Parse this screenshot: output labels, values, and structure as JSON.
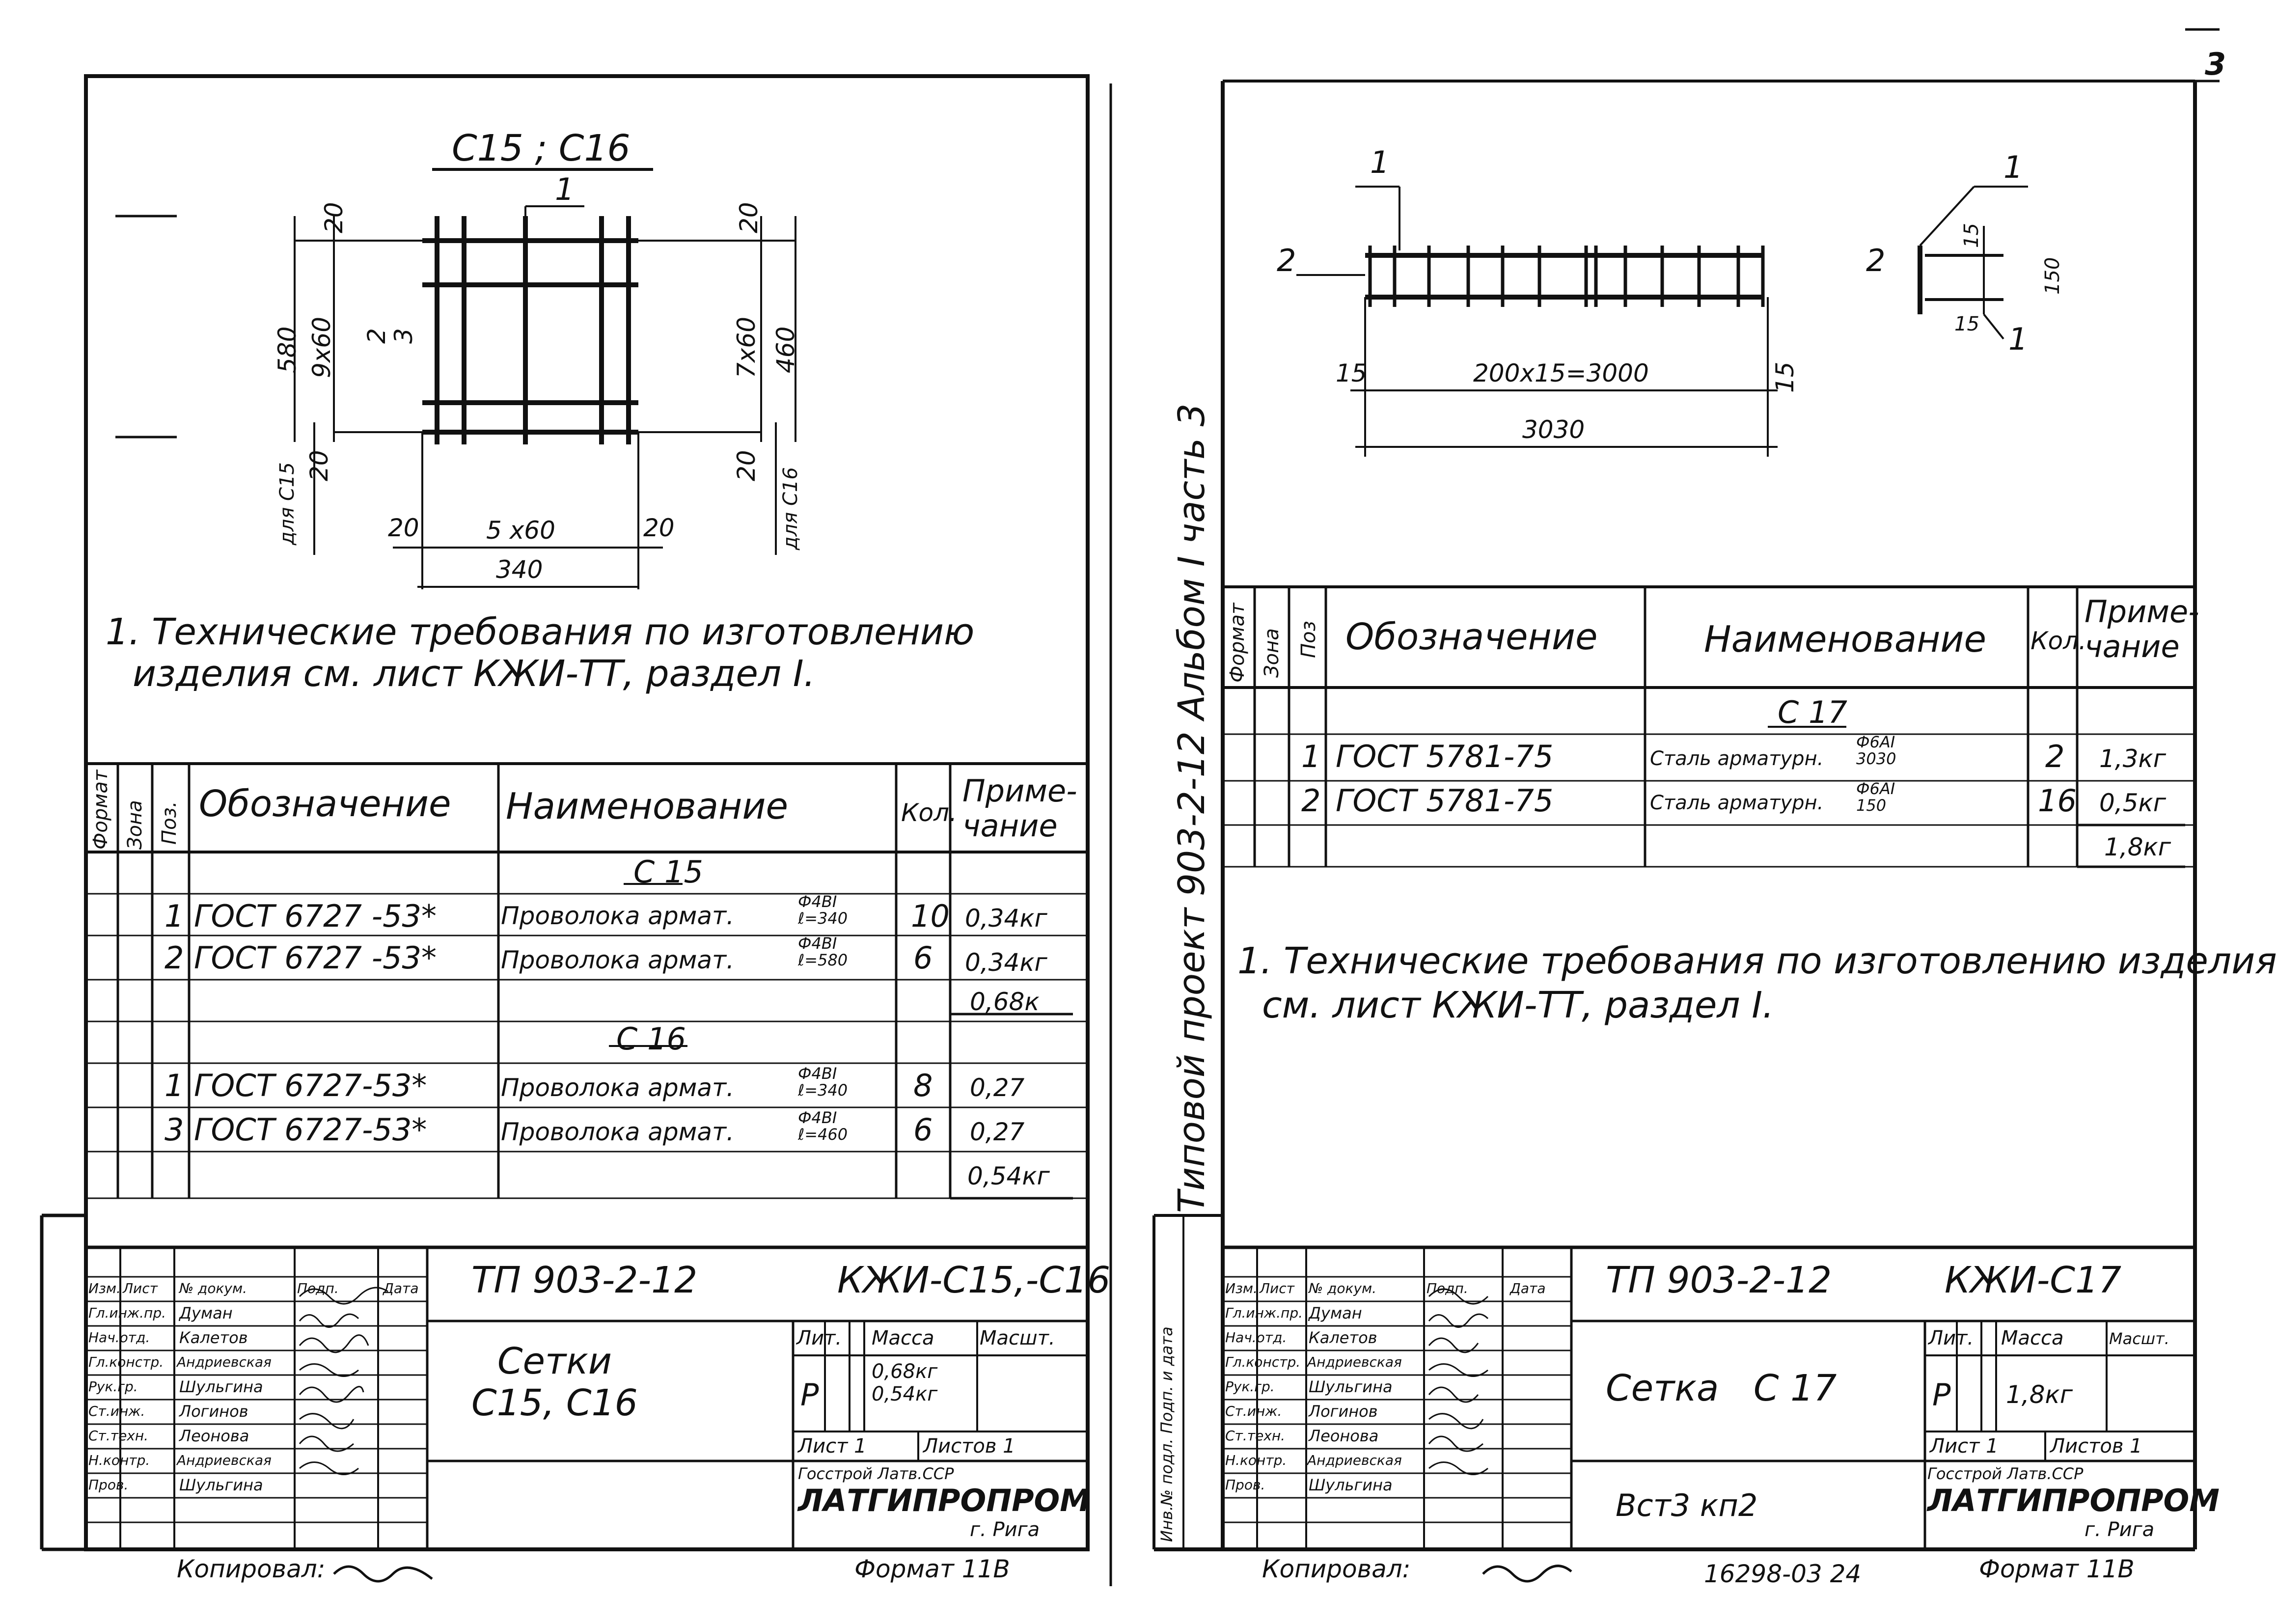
{
  "page_number": "3",
  "left_sheet": {
    "drawing": {
      "title": "С15 ; С16",
      "pos1": "1",
      "pos23": "2\n3",
      "dim_top_left": "20",
      "dim_top_right": "20",
      "dim_580": "580",
      "dim_9x60": "9x60",
      "dim_7x60": "7x60",
      "dim_460": "460",
      "dim_bot_left": "20",
      "dim_bot_right": "20",
      "for_c15": "для С15",
      "for_c16": "для С16",
      "dim_20a": "20",
      "dim_5x60": "5 х60",
      "dim_20b": "20",
      "dim_340": "340"
    },
    "notes": [
      "1. Технические требования по изготовлению",
      "изделия см. лист  КЖИ-ТТ, раздел I."
    ],
    "spec": {
      "headers": {
        "format": "Формат",
        "zone": "Зона",
        "pos": "Поз.",
        "designation": "Обозначение",
        "name": "Наименование",
        "qty": "Кол.",
        "note": "Приме-\nчание"
      },
      "groups": [
        {
          "title": "С 15",
          "rows": [
            {
              "pos": "1",
              "designation": "ГОСТ 6727 -53*",
              "name": "Проволока армат.",
              "spec": "Ф4ВI\nℓ=340",
              "qty": "10",
              "note": "0,34кг"
            },
            {
              "pos": "2",
              "designation": "ГОСТ 6727 -53*",
              "name": "Проволока армат.",
              "spec": "Ф4ВI\nℓ=580",
              "qty": "6",
              "note": "0,34кг"
            }
          ],
          "total": "0,68к"
        },
        {
          "title": "С 16",
          "rows": [
            {
              "pos": "1",
              "designation": "ГОСТ 6727-53*",
              "name": "Проволока армат.",
              "spec": "Ф4ВI\nℓ=340",
              "qty": "8",
              "note": "0,27"
            },
            {
              "pos": "3",
              "designation": "ГОСТ 6727-53*",
              "name": "Проволока армат.",
              "spec": "Ф4ВI\nℓ=460",
              "qty": "6",
              "note": "0,27"
            }
          ],
          "total": "0,54кг"
        }
      ]
    },
    "title_block": {
      "project": "ТП   903-2-12",
      "code": "КЖИ-С15,-С16",
      "header_cols": [
        "Изм.",
        "Лист",
        "№ докум.",
        "Подп.",
        "Дата"
      ],
      "roles": [
        {
          "role": "Гл.инж.пр.",
          "name": "Думан"
        },
        {
          "role": "Нач.отд.",
          "name": "Калетов"
        },
        {
          "role": "Гл.констр.",
          "name": "Андриевская"
        },
        {
          "role": "Рук.гр.",
          "name": "Шульгина"
        },
        {
          "role": "Ст.инж.",
          "name": "Логинов"
        },
        {
          "role": "Ст.техн.",
          "name": "Леонова"
        },
        {
          "role": "Н.контр.",
          "name": "Андриевская"
        },
        {
          "role": "Пров.",
          "name": "Шульгина"
        }
      ],
      "product_name": "Сетки\nС15, С16",
      "lit_label": "Лит.",
      "mass_label": "Масса",
      "scale_label": "Масшт.",
      "lit_value": "Р",
      "mass_value": "0,68кг\n0,54кг",
      "sheet": "Лист 1",
      "sheets": "Листов 1",
      "org1": "Госстрой Латв.ССР",
      "org2": "ЛАТГИПРОПРОМ",
      "city": "г. Рига"
    },
    "copied": "Копировал:",
    "format": "Формат 11В"
  },
  "right_sheet": {
    "vertical_label": "Типовой   проект  903-2-12      Альбом I  часть 3",
    "drawing": {
      "pos1a": "1",
      "pos2a": "2",
      "dim_15a": "15",
      "dim_main": "200x15=3000",
      "dim_15b": "15",
      "dim_3030": "3030",
      "pos1b": "1",
      "pos2b": "2",
      "dim_150": "150",
      "dim_15c": "15",
      "dim_15d": "15",
      "pos1c": "1"
    },
    "spec": {
      "headers": {
        "format": "Формат",
        "zone": "Зона",
        "pos": "Поз",
        "designation": "Обозначение",
        "name": "Наименование",
        "qty": "Кол.",
        "note": "Приме-\nчание"
      },
      "group_title": "С 17",
      "rows": [
        {
          "pos": "1",
          "designation": "ГОСТ  5781-75",
          "name": "Сталь арматурн.",
          "spec": "Ф6АI\n3030",
          "qty": "2",
          "note": "1,3кг"
        },
        {
          "pos": "2",
          "designation": "ГОСТ  5781-75",
          "name": "Сталь арматурн.",
          "spec": "Ф6АI\n150",
          "qty": "16",
          "note": "0,5кг"
        }
      ],
      "total": "1,8кг"
    },
    "notes": [
      "1. Технические требования по изготовлению изделия",
      "см. лист  КЖИ-ТТ, раздел I."
    ],
    "side_label": "Инв.№ подл.  Подп. и дата",
    "title_block": {
      "project": "ТП   903-2-12",
      "code": "КЖИ-С17",
      "header_cols": [
        "Изм.",
        "Лист",
        "№ докум.",
        "Подп.",
        "Дата"
      ],
      "roles": [
        {
          "role": "Гл.инж.пр.",
          "name": "Думан"
        },
        {
          "role": "Нач.отд.",
          "name": "Калетов"
        },
        {
          "role": "Гл.констр.",
          "name": "Андриевская"
        },
        {
          "role": "Рук.гр.",
          "name": "Шульгина"
        },
        {
          "role": "Ст.инж.",
          "name": "Логинов"
        },
        {
          "role": "Ст.техн.",
          "name": "Леонова"
        },
        {
          "role": "Н.контр.",
          "name": "Андриевская"
        },
        {
          "role": "Пров.",
          "name": "Шульгина"
        }
      ],
      "product_name": "Сетка   С 17",
      "material": "Вст3 кп2",
      "lit_label": "Лит.",
      "mass_label": "Масса",
      "scale_label": "Масшт.",
      "lit_value": "Р",
      "mass_value": "1,8кг",
      "sheet": "Лист 1",
      "sheets": "Листов 1",
      "org1": "Госстрой Латв.ССР",
      "org2": "ЛАТГИПРОПРОМ",
      "city": "г. Рига"
    },
    "copied": "Копировал:",
    "archive_no": "16298-03   24",
    "format": "Формат 11В"
  }
}
